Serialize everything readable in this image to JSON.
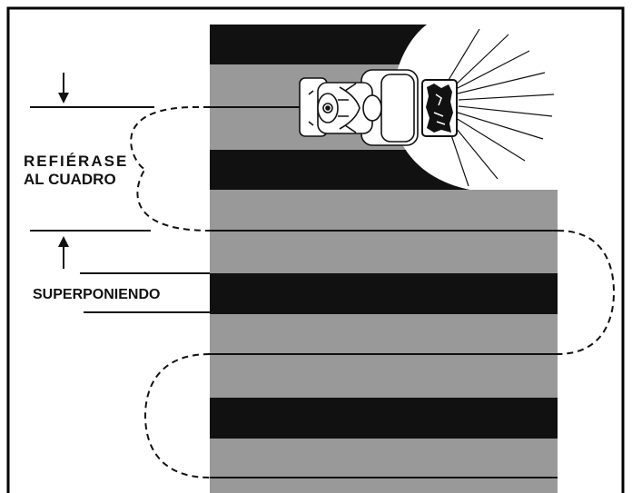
{
  "labels": {
    "refer_line1": "REFIÉRASE",
    "refer_line2": "AL CUADRO",
    "overlap": "SUPERPONIENDO"
  },
  "colors": {
    "dark_stripe": "#111111",
    "light_stripe": "#999999",
    "border": "#000000",
    "path": "#111111"
  },
  "icons": {
    "mower": "riding-mower-icon",
    "flap": "discharge-chute-icon"
  }
}
